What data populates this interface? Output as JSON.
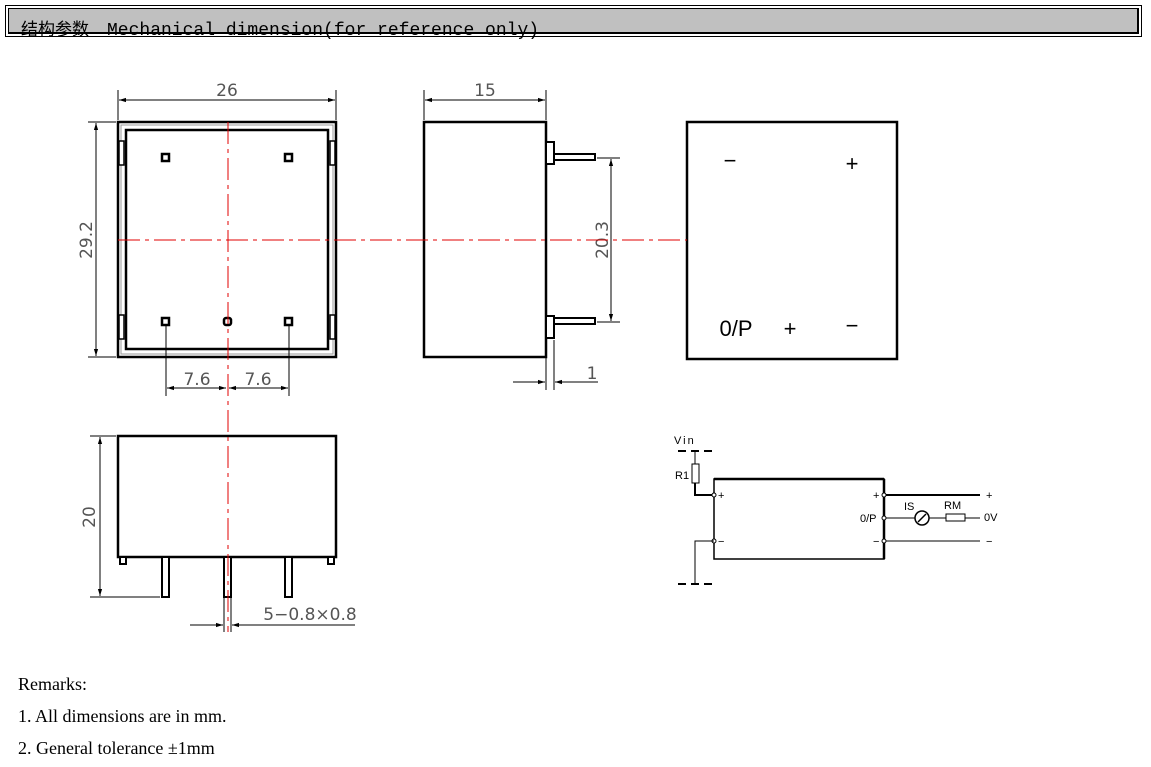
{
  "header": {
    "title_cn": "结构参数",
    "title_en": "Mechanical dimension(for reference only)"
  },
  "front_view": {
    "width_dim": "26",
    "height_dim": "29.2",
    "pin_spacing_left": "7.6",
    "pin_spacing_right": "7.6"
  },
  "side_view": {
    "depth_dim": "15",
    "pin_span_dim": "20.3",
    "standoff_dim": "1"
  },
  "pin_view": {
    "labels": {
      "top_left": "−",
      "top_right": "+",
      "bottom_left": "0/P",
      "bottom_mid": "+",
      "bottom_right": "−"
    }
  },
  "bottom_view": {
    "height_dim": "20",
    "pin_size_dim": "5−0.8×0.8"
  },
  "circuit": {
    "vin_label": "Vin",
    "r1_label": "R1",
    "in_plus": "+",
    "in_minus": "−",
    "out_plus": "+",
    "out_op": "0/P",
    "out_minus": "−",
    "is_label": "IS",
    "rm_label": "RM",
    "ext_plus": "+",
    "ext_0v": "0V",
    "ext_minus": "−"
  },
  "remarks": {
    "title": "Remarks:",
    "items": [
      "1. All dimensions are in mm.",
      "2. General tolerance ±1mm"
    ]
  },
  "colors": {
    "header_bg": "#c0c0c0",
    "centerline": "#e00000",
    "line": "#000000"
  }
}
